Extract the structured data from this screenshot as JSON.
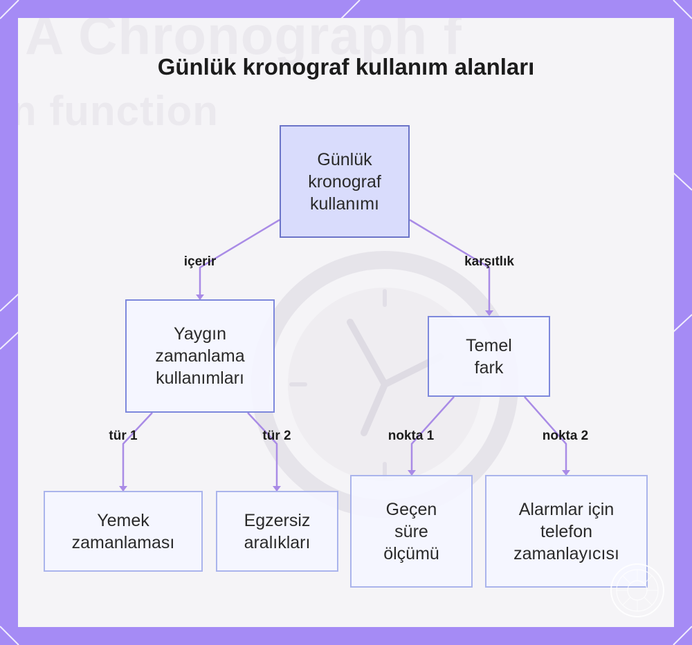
{
  "title": "Günlük kronograf kullanım alanları",
  "colors": {
    "frame": "#a58bf5",
    "card": "#f5f4f7",
    "edge": "#a98be6",
    "root_fill": "#d9dcfc",
    "node_fill": "#f4f5ff"
  },
  "nodes": {
    "root": "Günlük\nkronograf\nkullanımı",
    "common_uses": "Yaygın\nzamanlama\nkullanımları",
    "key_difference": "Temel\nfark",
    "meal_timing": "Yemek\nzamanlaması",
    "exercise_intervals": "Egzersiz\naralıkları",
    "elapsed_time": "Geçen\nsüre\nölçümü",
    "phone_timer": "Alarmlar için\ntelefon\nzamanlayıcısı"
  },
  "edge_labels": {
    "includes": "içerir",
    "contrast": "karşıtlık",
    "type1": "tür 1",
    "type2": "tür 2",
    "point1": "nokta 1",
    "point2": "nokta 2"
  },
  "background_watermark": {
    "line1": "A Chronograph f",
    "line2": "n function"
  }
}
